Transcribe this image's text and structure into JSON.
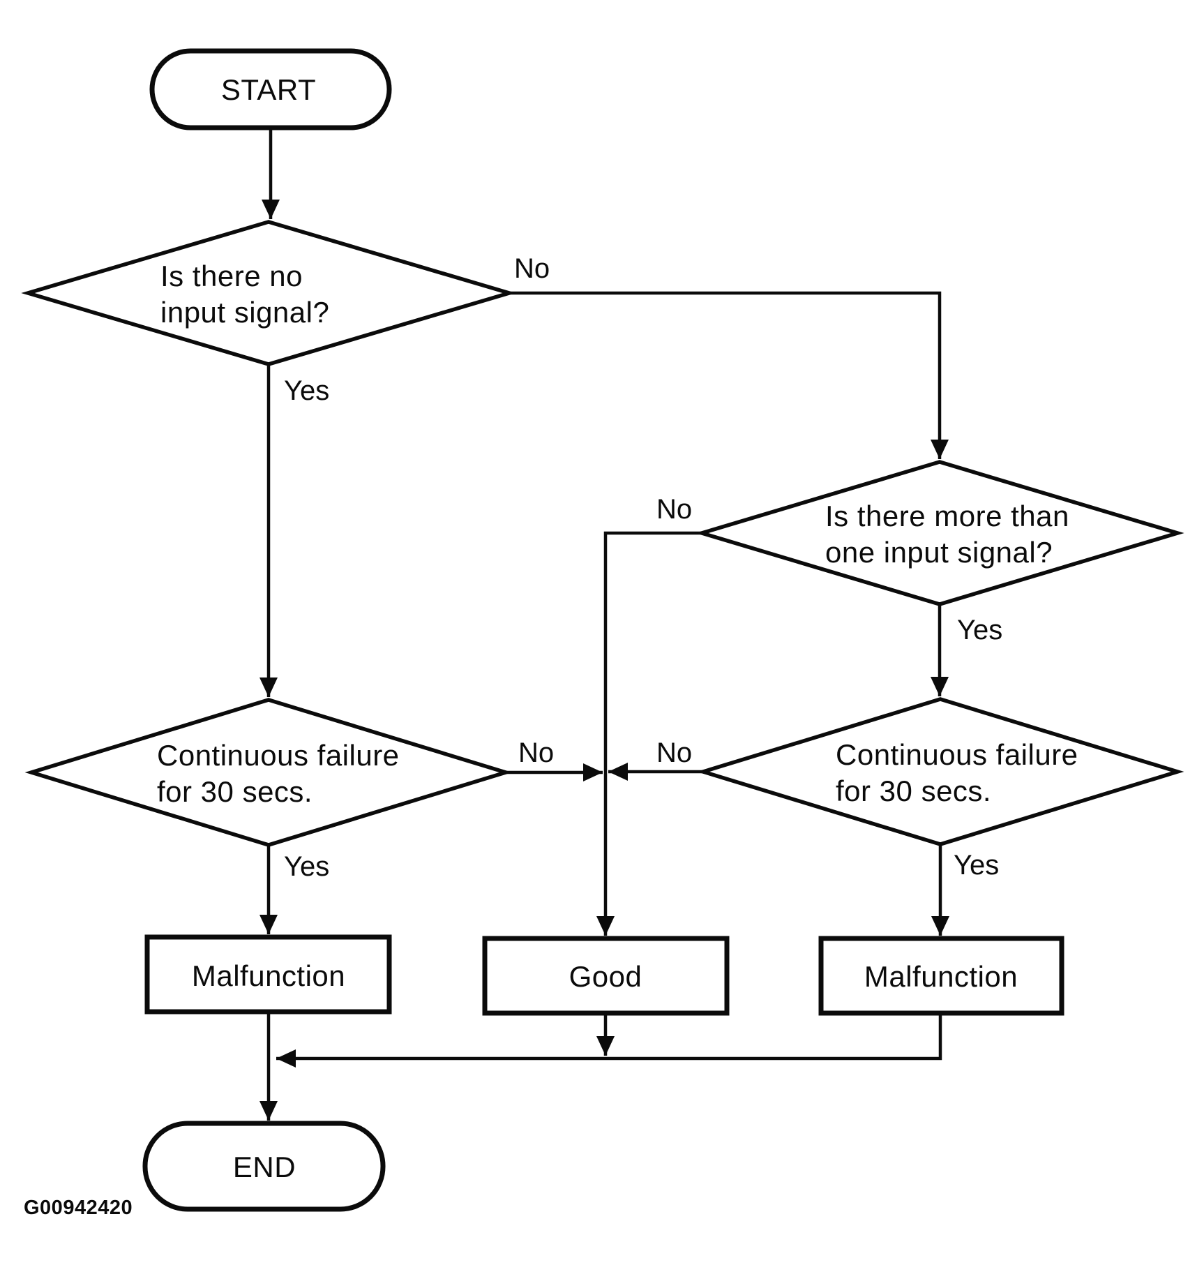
{
  "diagram": {
    "type": "flowchart",
    "caption": "G00942420",
    "colors": {
      "ink": "#0b0b0b",
      "paper": "#ffffff"
    },
    "nodes": {
      "start": {
        "kind": "terminator",
        "label": "START"
      },
      "d1": {
        "kind": "decision",
        "line1": "Is there no",
        "line2": "input signal?"
      },
      "d2": {
        "kind": "decision",
        "line1": "Is there more than",
        "line2": "one input signal?"
      },
      "d3": {
        "kind": "decision",
        "line1": "Continuous failure",
        "line2": "for 30 secs."
      },
      "d4": {
        "kind": "decision",
        "line1": "Continuous failure",
        "line2": "for 30 secs."
      },
      "malfunction_left": {
        "kind": "process",
        "label": "Malfunction"
      },
      "good": {
        "kind": "process",
        "label": "Good"
      },
      "malfunction_right": {
        "kind": "process",
        "label": "Malfunction"
      },
      "end": {
        "kind": "terminator",
        "label": "END"
      }
    },
    "edge_labels": {
      "d1_no": "No",
      "d1_yes": "Yes",
      "d2_no": "No",
      "d2_yes": "Yes",
      "d3_no": "No",
      "d3_yes": "Yes",
      "d4_no": "No",
      "d4_yes": "Yes"
    },
    "edges": [
      {
        "from": "start",
        "to": "d1",
        "label": ""
      },
      {
        "from": "d1",
        "to": "d2",
        "label": "No"
      },
      {
        "from": "d1",
        "to": "d3",
        "label": "Yes"
      },
      {
        "from": "d2",
        "to": "good",
        "label": "No"
      },
      {
        "from": "d2",
        "to": "d4",
        "label": "Yes"
      },
      {
        "from": "d3",
        "to": "good",
        "label": "No"
      },
      {
        "from": "d3",
        "to": "malfunction_left",
        "label": "Yes"
      },
      {
        "from": "d4",
        "to": "good",
        "label": "No"
      },
      {
        "from": "d4",
        "to": "malfunction_right",
        "label": "Yes"
      },
      {
        "from": "malfunction_left",
        "to": "end",
        "label": ""
      },
      {
        "from": "good",
        "to": "end",
        "label": ""
      },
      {
        "from": "malfunction_right",
        "to": "end",
        "label": ""
      }
    ]
  }
}
